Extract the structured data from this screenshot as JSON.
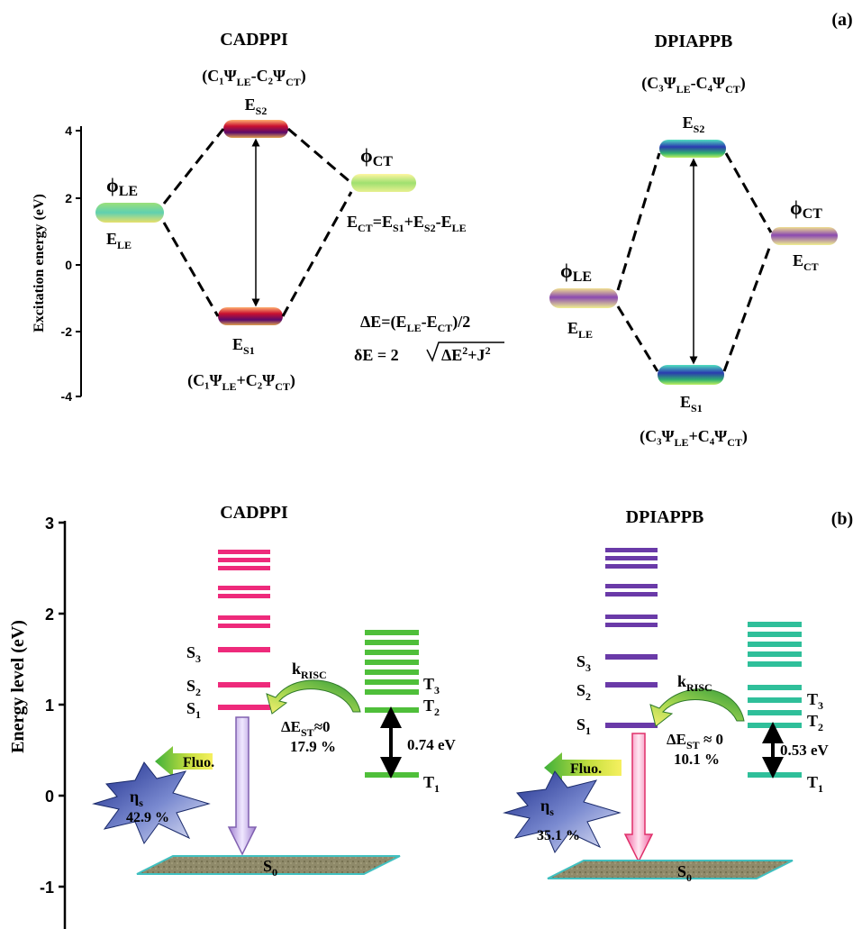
{
  "panel_a": {
    "panel_label": "(a)",
    "y_axis": {
      "label": "Excitation energy (eV)",
      "ticks": [
        "4",
        "2",
        "0",
        "-2",
        "-4"
      ]
    },
    "left": {
      "title": "CADPPI",
      "s2_combo": "(C₁Ψ",
      "s2_combo_le": "LE",
      "s2_combo_mid": "-C₂Ψ",
      "s2_combo_ct": "CT",
      "s2_combo_end": ")",
      "es2": "E",
      "es2_sub": "S2",
      "phi_le": "ϕ",
      "phi_le_sub": "LE",
      "e_le": "E",
      "e_le_sub": "LE",
      "phi_ct": "ϕ",
      "phi_ct_sub": "CT",
      "ect_eq": "E",
      "ect_eq_sub1": "CT",
      "ect_eq_mid1": "=E",
      "ect_eq_sub2": "S1",
      "ect_eq_mid2": "+E",
      "ect_eq_sub3": "S2",
      "ect_eq_mid3": "-E",
      "ect_eq_sub4": "LE",
      "es1": "E",
      "es1_sub": "S1",
      "s1_combo": "(C₁Ψ",
      "s1_combo_le": "LE",
      "s1_combo_mid": "+C₂Ψ",
      "s1_combo_ct": "CT",
      "s1_combo_end": ")",
      "delta_e": "ΔE=(E",
      "delta_e_sub1": "LE",
      "delta_e_mid": "-E",
      "delta_e_sub2": "CT",
      "delta_e_end": ")/2",
      "small_delta": "δE = 2",
      "small_delta_rad": "ΔE",
      "small_delta_rad_sup": "2",
      "small_delta_rad_mid": "+J",
      "small_delta_rad_sup2": "2"
    },
    "right": {
      "title": "DPIAPPB",
      "s2_combo": "(C₃Ψ",
      "s2_combo_le": "LE",
      "s2_combo_mid": "-C₄Ψ",
      "s2_combo_ct": "CT",
      "s2_combo_end": ")",
      "es2": "E",
      "es2_sub": "S2",
      "phi_ct": "ϕ",
      "phi_ct_sub": "CT",
      "e_ct": "E",
      "e_ct_sub": "CT",
      "phi_le": "ϕ",
      "phi_le_sub": "LE",
      "e_le": "E",
      "e_le_sub": "LE",
      "es1": "E",
      "es1_sub": "S1",
      "s1_combo": "(C₃Ψ",
      "s1_combo_le": "LE",
      "s1_combo_mid": "+C₄Ψ",
      "s1_combo_ct": "CT",
      "s1_combo_end": ")"
    }
  },
  "panel_b": {
    "panel_label": "(b)",
    "y_axis": {
      "label": "Energy level (eV)",
      "ticks": [
        "3",
        "2",
        "1",
        "0",
        "-1"
      ]
    },
    "left": {
      "title": "CADPPI",
      "s3": "S",
      "s3_sub": "3",
      "s2": "S",
      "s2_sub": "2",
      "s1": "S",
      "s1_sub": "1",
      "t3": "T",
      "t3_sub": "3",
      "t2": "T",
      "t2_sub": "2",
      "t1": "T",
      "t1_sub": "1",
      "s0": "S",
      "s0_sub": "0",
      "krisc": "k",
      "krisc_sub": "RISC",
      "dest": "ΔE",
      "dest_sub": "ST",
      "dest_end": "≈0",
      "risc_pct": "17.9 %",
      "gap": "0.74 eV",
      "fluo": "Fluo.",
      "eta": "η",
      "eta_sub": "s",
      "eta_val": "42.9 %"
    },
    "right": {
      "title": "DPIAPPB",
      "s3": "S",
      "s3_sub": "3",
      "s2": "S",
      "s2_sub": "2",
      "s1": "S",
      "s1_sub": "1",
      "t3": "T",
      "t3_sub": "3",
      "t2": "T",
      "t2_sub": "2",
      "t1": "T",
      "t1_sub": "1",
      "s0": "S",
      "s0_sub": "0",
      "krisc": "k",
      "krisc_sub": "RISC",
      "dest": "ΔE",
      "dest_sub": "ST",
      "dest_end": " ≈ 0",
      "risc_pct": "10.1 %",
      "gap": "0.53 eV",
      "fluo": "Fluo.",
      "eta": "η",
      "eta_sub": "s",
      "eta_val": "35.1 %"
    }
  },
  "colors": {
    "cadppi_levels": "#ee2a7b",
    "dpiappb_levels": "#6a3aa8",
    "cadppi_triplets": "#4fbf3a",
    "dpiappb_triplets": "#2fbf9a"
  }
}
